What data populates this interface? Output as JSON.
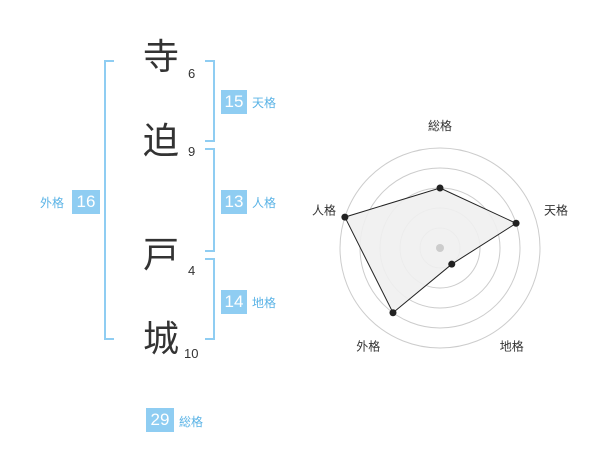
{
  "colors": {
    "accent": "#8fcdf2",
    "label_text": "#5ab3e6",
    "grid": "#cccccc",
    "fill": "#f0f0f0"
  },
  "name": {
    "characters": [
      {
        "char": "寺",
        "strokes": "6"
      },
      {
        "char": "迫",
        "strokes": "9"
      },
      {
        "char": "戸",
        "strokes": "4"
      },
      {
        "char": "城",
        "strokes": "10"
      }
    ]
  },
  "fortunes": {
    "tenkaku": {
      "value": "15",
      "label": "天格"
    },
    "jinkaku": {
      "value": "13",
      "label": "人格"
    },
    "chikaku": {
      "value": "14",
      "label": "地格"
    },
    "gaikaku": {
      "value": "16",
      "label": "外格"
    },
    "soukaku": {
      "value": "29",
      "label": "総格"
    }
  },
  "chart_data": {
    "type": "radar",
    "axes": [
      "総格",
      "天格",
      "地格",
      "外格",
      "人格"
    ],
    "values": [
      3,
      4,
      1,
      4,
      5
    ],
    "max": 5,
    "grid_levels": 5,
    "center_marker": true
  }
}
